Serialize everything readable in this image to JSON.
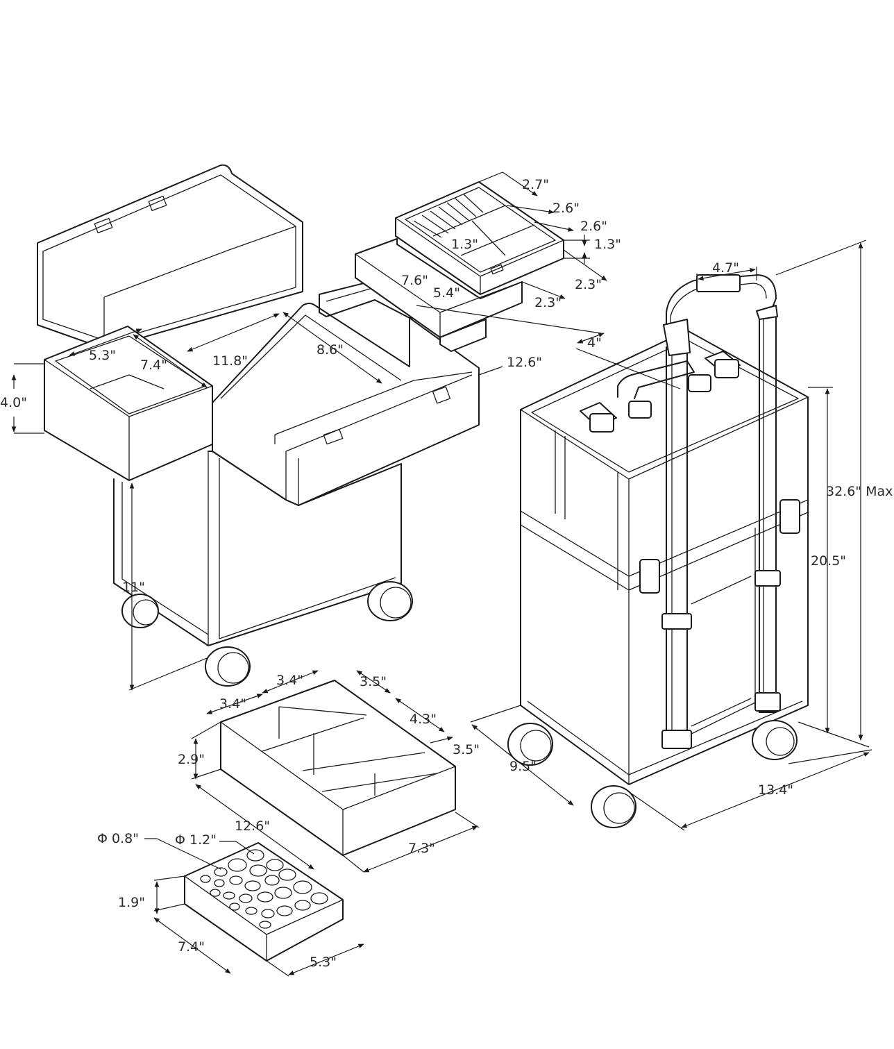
{
  "labels": {
    "top_tray_width": "2.7\"",
    "top_tray_comp_a": "2.6\"",
    "top_tray_comp_b": "2.6\"",
    "top_tray_height": "1.3\"",
    "top_tray_inner": "1.3\"",
    "tray_depth_a": "2.3\"",
    "tray_depth_b": "2.3\"",
    "mid_tray_length": "7.6\"",
    "mid_tray_width": "5.4\"",
    "case_open_width": "8.6\"",
    "case_open_length": "11.8\"",
    "case_top_length": "12.6\"",
    "side_box_width": "5.3\"",
    "side_box_length": "7.4\"",
    "side_box_height": "4.0\"",
    "lower_height": "11\"",
    "handle_width": "4.7\"",
    "lid_depth": "4\"",
    "max_height": "32.6\" Max",
    "body_height": "20.5\"",
    "case_depth": "9.5\"",
    "case_length": "13.4\"",
    "divider_a": "3.4\"",
    "divider_b": "3.5\"",
    "divider_c": "3.4\"",
    "divider_d": "4.3\"",
    "divider_e": "3.5\"",
    "divider_height": "2.9\"",
    "divider_length": "12.6\"",
    "divider_width": "7.3\"",
    "hole_small": "Φ 0.8\"",
    "hole_large": "Φ 1.2\"",
    "brush_height": "1.9\"",
    "brush_length": "7.4\"",
    "brush_width": "5.3\""
  }
}
